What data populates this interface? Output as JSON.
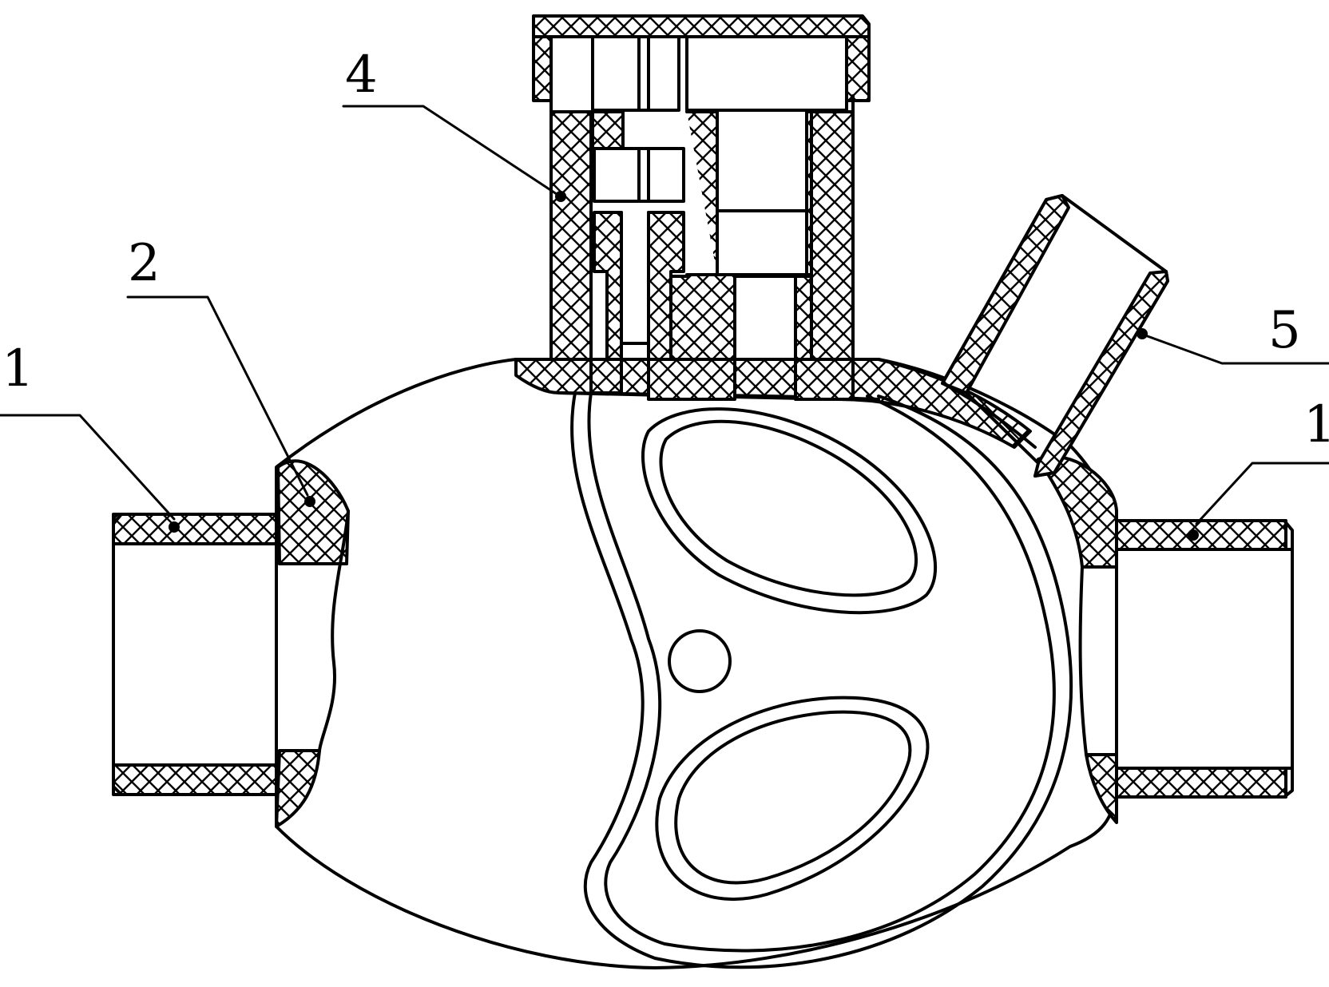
{
  "labels": {
    "part_1_left": "1",
    "part_2": "2",
    "part_4": "4",
    "part_5": "5",
    "part_1_right": "1"
  },
  "colors": {
    "line": "#000000",
    "background": "#ffffff"
  }
}
